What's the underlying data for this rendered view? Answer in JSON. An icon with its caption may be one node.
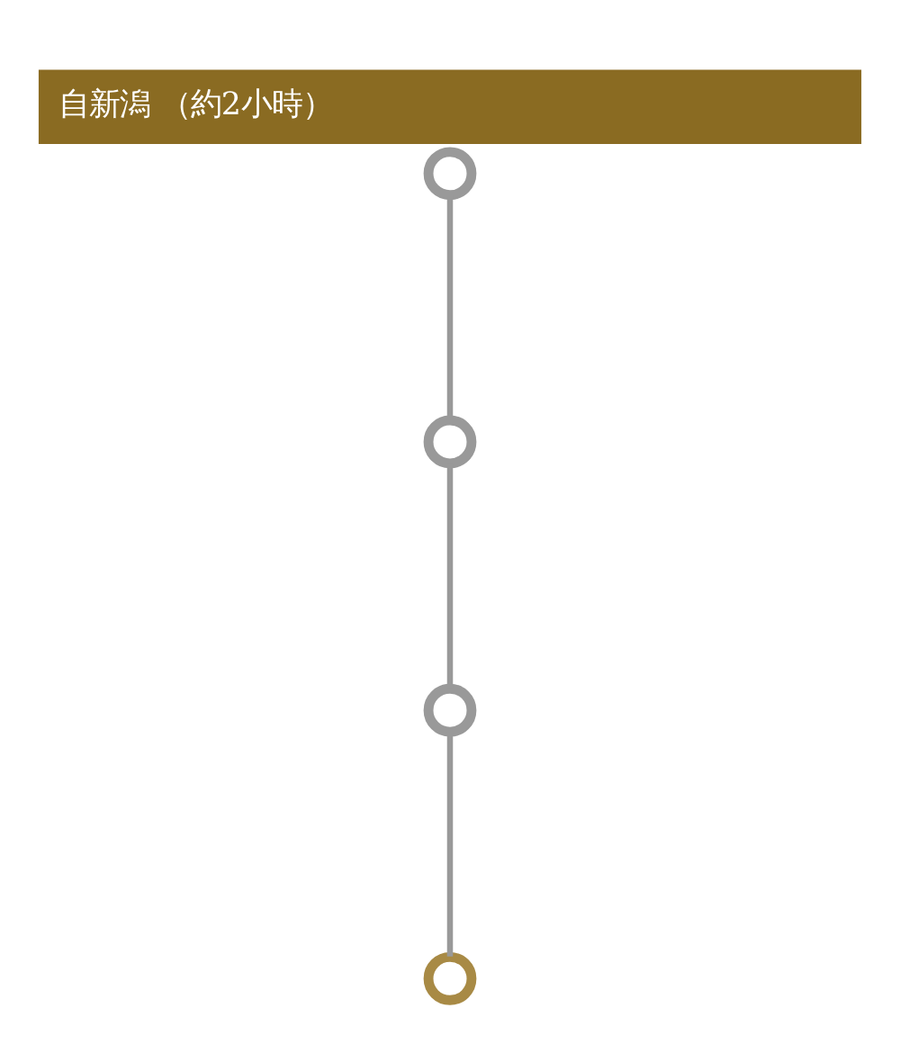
{
  "diagram": {
    "title": "自新潟 （約2小時）",
    "nodes": [
      {
        "text": [],
        "shape": "circle"
      },
      {
        "text": [],
        "shape": "circle"
      },
      {
        "text": [],
        "shape": "circle"
      },
      {
        "text": [],
        "shape": "circle"
      }
    ],
    "edges": [
      {
        "from": 0,
        "to": 1,
        "arrow": "none"
      },
      {
        "from": 1,
        "to": 2,
        "arrow": "none"
      },
      {
        "from": 2,
        "to": 3,
        "arrow": "none"
      }
    ]
  }
}
